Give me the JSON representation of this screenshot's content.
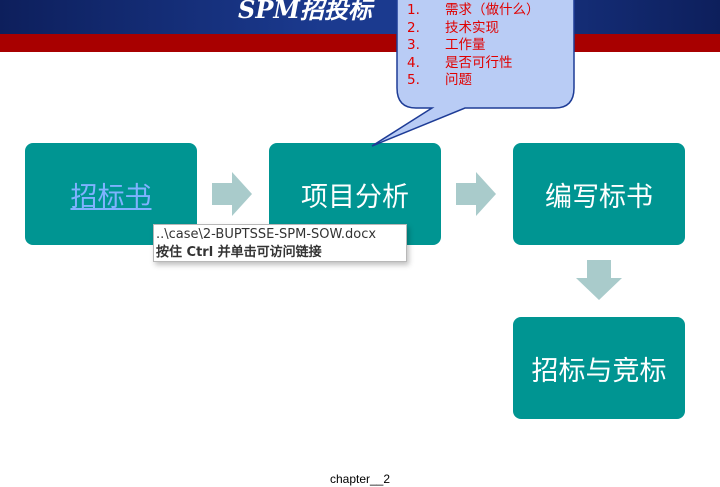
{
  "header": {
    "title": "SPM招投标"
  },
  "callout": {
    "items": [
      {
        "num": "1.",
        "text": "需求（做什么）"
      },
      {
        "num": "2.",
        "text": "技术实现"
      },
      {
        "num": "3.",
        "text": "工作量"
      },
      {
        "num": "4.",
        "text": "是否可行性"
      },
      {
        "num": "5.",
        "text": "问题"
      }
    ]
  },
  "flow": {
    "step1": "招标书",
    "step2": "项目分析",
    "step3": "编写标书",
    "step4": "招标与竞标"
  },
  "tooltip": {
    "path": "..\\case\\2-BUPTSSE-SPM-SOW.docx",
    "hint": "按住 Ctrl 并单击可访问链接"
  },
  "footer": "chapter__2",
  "colors": {
    "box": "#009592",
    "arrow": "#a9cbcb",
    "callout_fill": "#b9ccf5",
    "callout_border": "#1e3c96",
    "callout_text": "#e00000",
    "header_blue": "#1b3a8f",
    "header_red": "#a80000"
  },
  "icons": [
    "right-arrow-icon",
    "down-arrow-icon"
  ]
}
